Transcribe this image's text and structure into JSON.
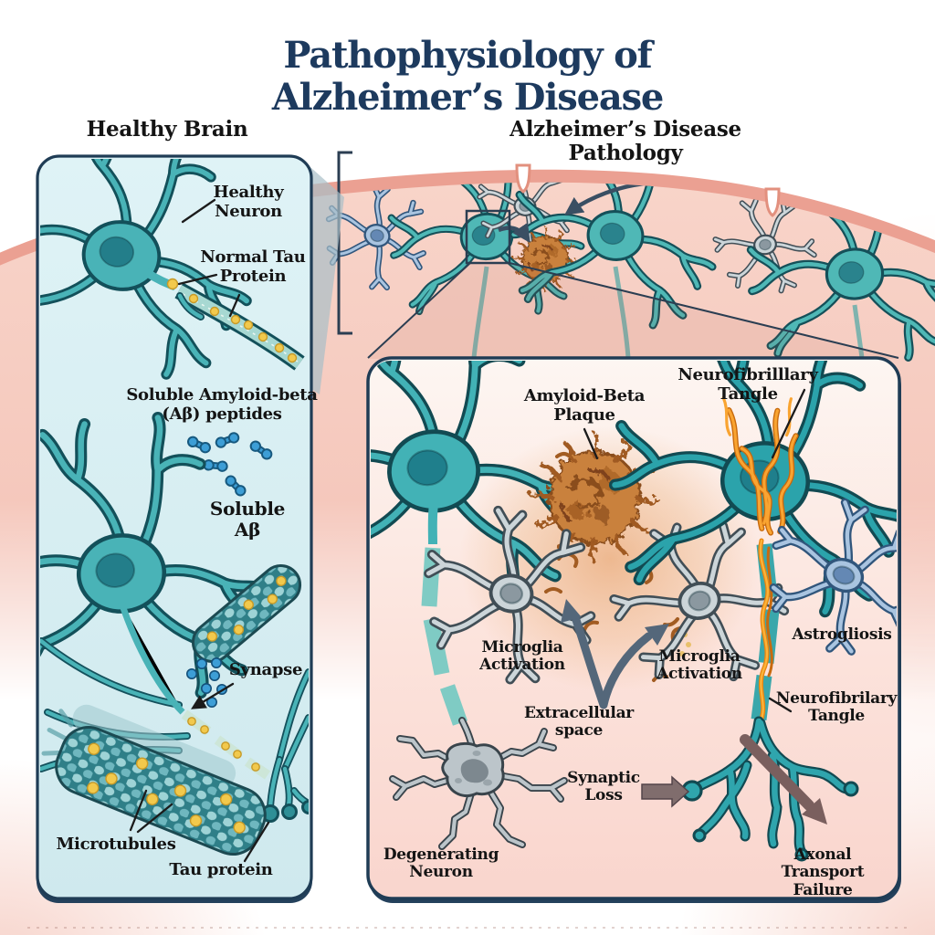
{
  "title": "Pathophysiology of Alzheimer’s Disease",
  "healthy_section": {
    "heading": "Healthy Brain",
    "labels": {
      "healthy_neuron": "Healthy\nNeuron",
      "normal_tau": "Normal Tau\nProtein",
      "soluble_abeta_peptides": "Soluble Amyloid-beta\n(Aβ) peptides",
      "soluble_abeta": "Soluble\nAβ",
      "synapse": "Synapse",
      "microtubules": "Microtubules",
      "tau_protein": "Tau protein"
    }
  },
  "pathology_section": {
    "heading": "Alzheimer’s Disease Pathology",
    "labels": {
      "amyloid_plaque": "Amyloid-Beta\nPlaque",
      "neurofibrillary_tangle_top": "Neurofibrilllary Tangle",
      "microglia_activation_left": "Microglia\nActivation",
      "microglia_activation_right": "Microglia\nActivation",
      "astrogliosis": "Astrogliosis",
      "extracellular_space": "Extracellular\nspace",
      "synaptic_loss": "Synaptic\nLoss",
      "neurofibrillary_tangle_axon": "Neurofibrilary\nTangle",
      "degenerating_neuron": "Degenerating\nNeuron",
      "axonal_transport_failure": "Axonal Transport\nFailure"
    }
  },
  "colors": {
    "title_navy": "#1d3a5e",
    "panel_blue_bg": "#d9eef3",
    "panel_border": "#1f3c55",
    "neuron_teal": "#45b3b8",
    "tissue_pink": "#f7cdc2",
    "tissue_ridge": "#eba092",
    "plaque_brown": "#c9813e",
    "tangle_orange": "#f59a23",
    "tau_yellow": "#f2c94c",
    "abeta_blue": "#3d9ed6",
    "microglia_gray": "#ccd5d9",
    "astrocyte_blue": "#a9c4e0",
    "arrow_slate": "#54677a"
  }
}
